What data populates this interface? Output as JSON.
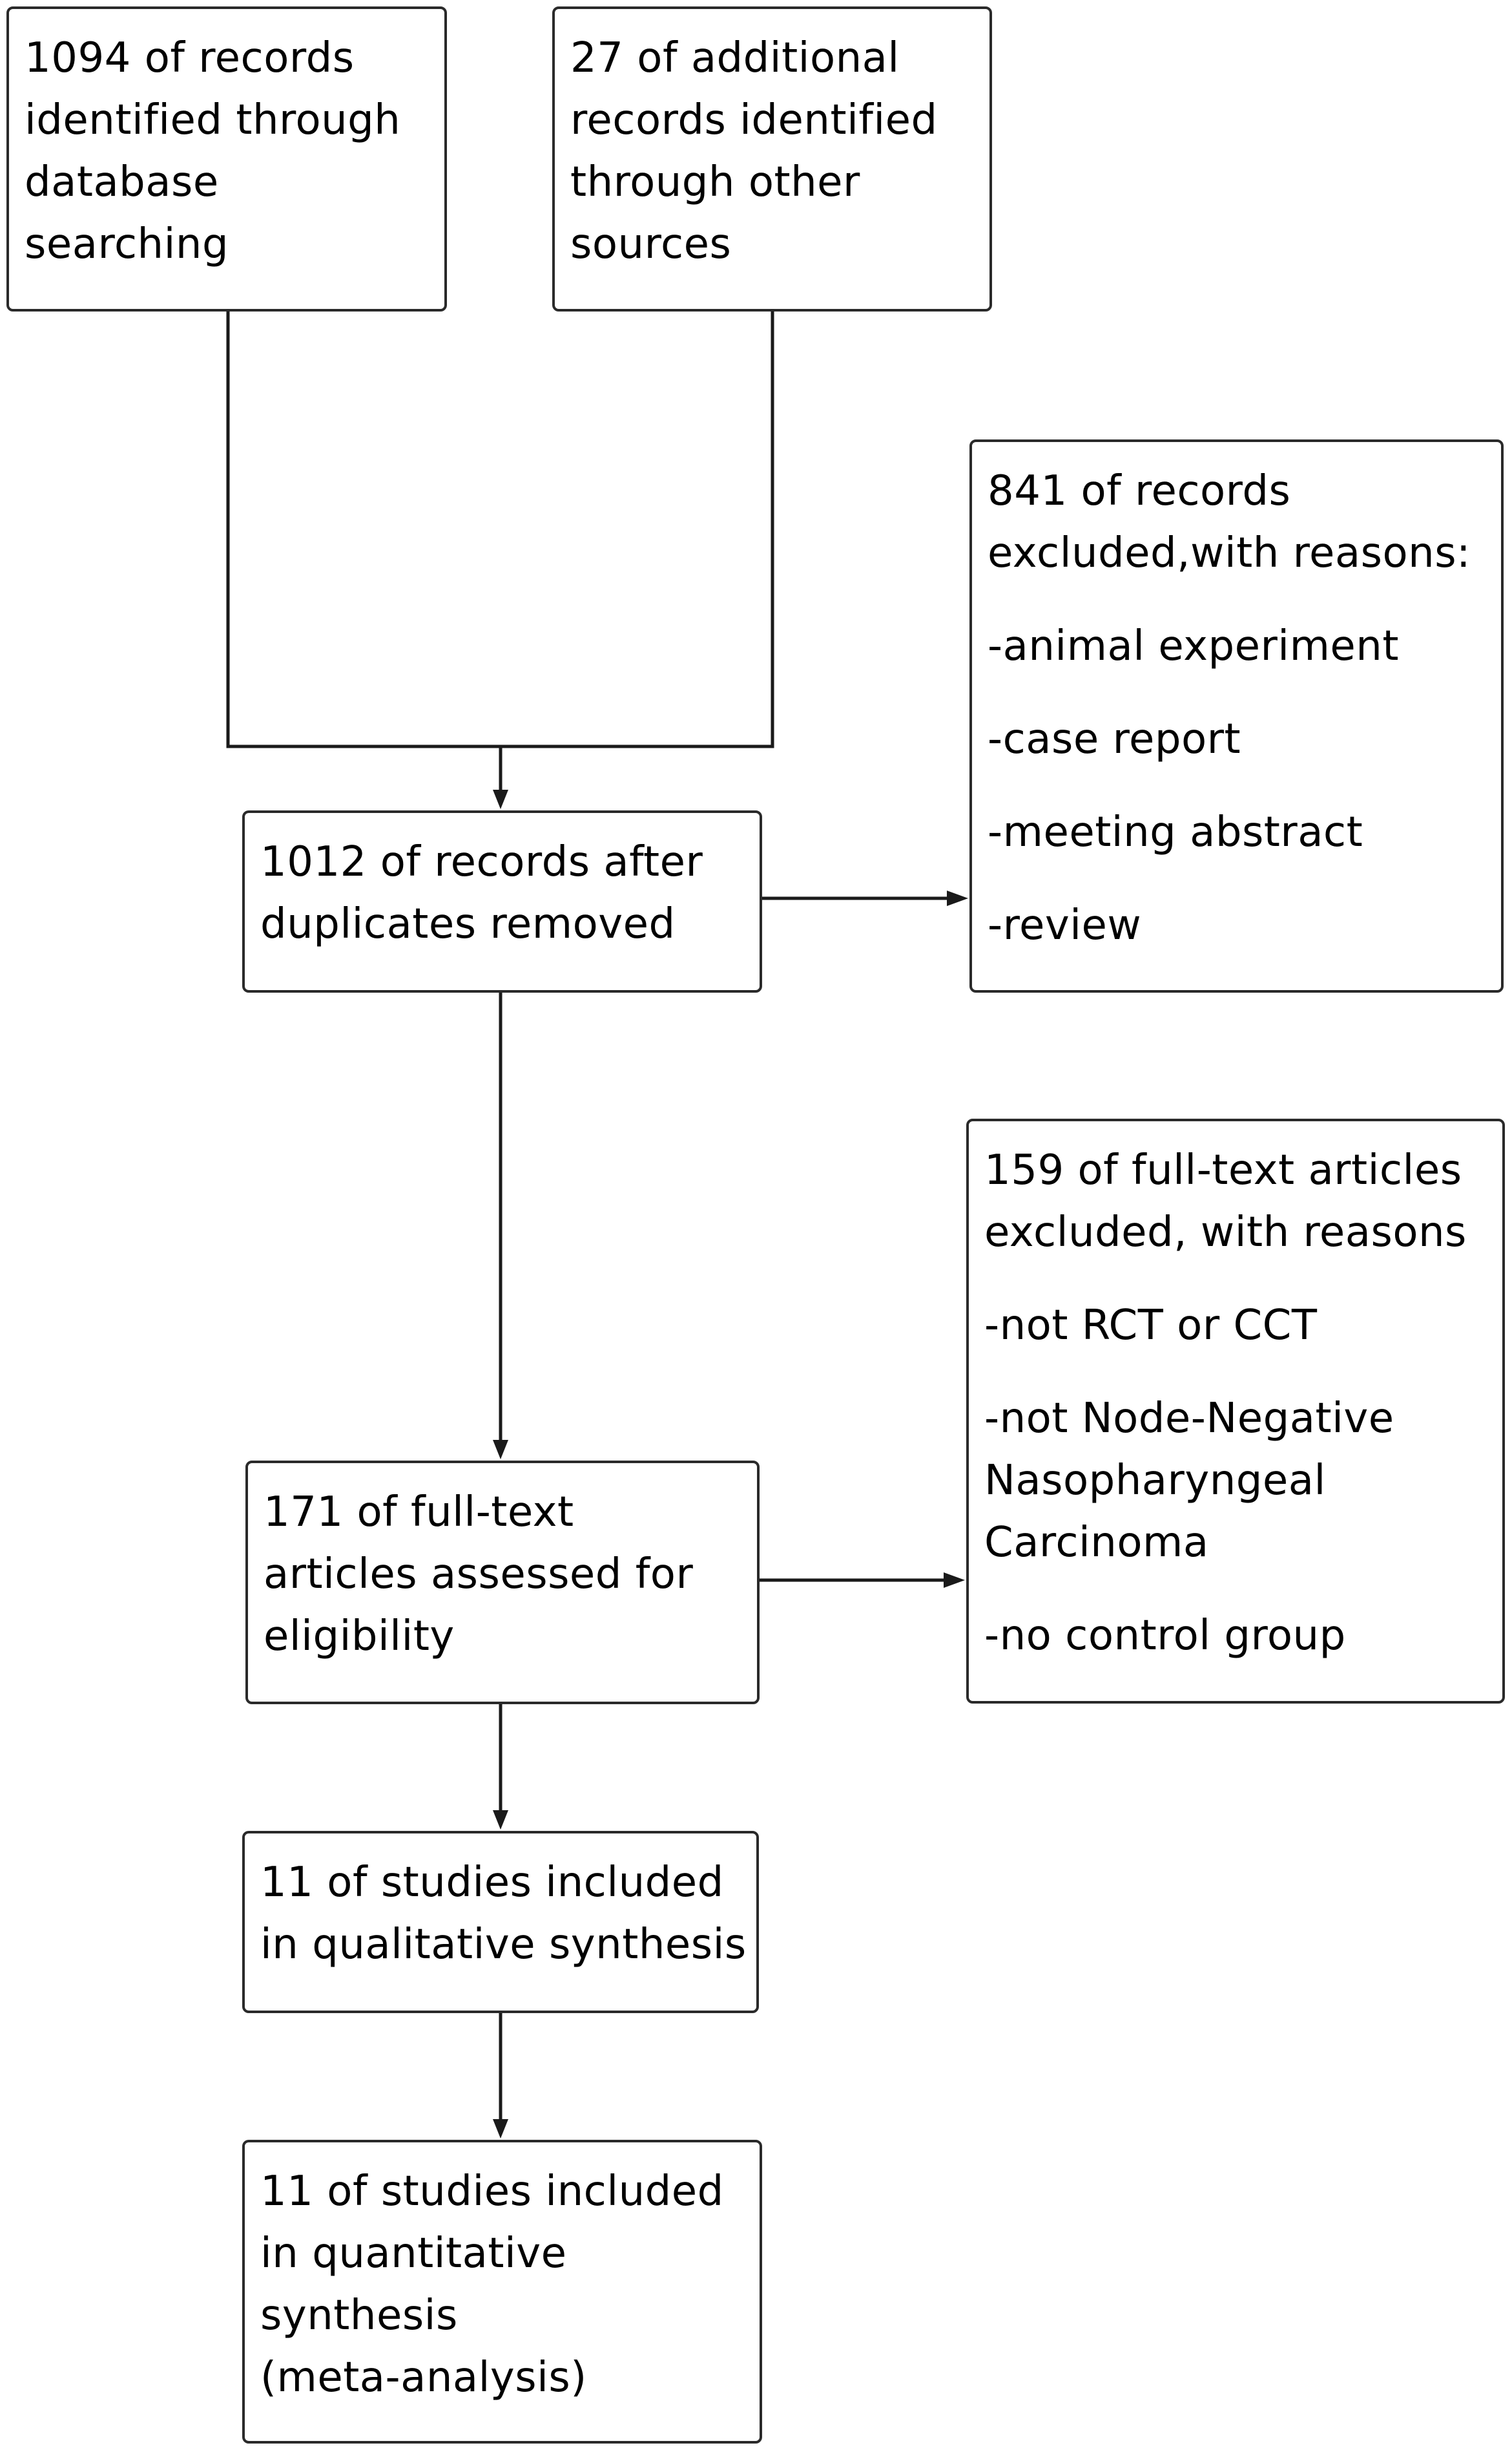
{
  "boxes": {
    "database_search": {
      "lines": [
        "1094 of records",
        "identified through",
        "database",
        "searching"
      ]
    },
    "other_sources": {
      "lines": [
        "27 of additional",
        "records identified",
        "through other",
        "sources"
      ]
    },
    "records_excluded": {
      "heading": [
        "841 of records",
        "excluded,with reasons:"
      ],
      "reasons": [
        "-animal experiment",
        "-case report",
        "-meeting abstract",
        "-review"
      ]
    },
    "after_duplicates": {
      "lines": [
        "1012 of records after",
        "duplicates removed"
      ]
    },
    "fulltext_excluded": {
      "heading": [
        "159 of full-text articles",
        "excluded, with reasons"
      ],
      "reasons": [
        "-not RCT or CCT",
        "-not Node-Negative Nasopharyngeal Carcinoma",
        "-no control group"
      ]
    },
    "fulltext_assessed": {
      "lines": [
        "171 of full-text",
        "articles assessed for",
        "eligibility"
      ]
    },
    "qualitative": {
      "lines": [
        "11 of studies included",
        "in qualitative synthesis"
      ]
    },
    "quantitative": {
      "lines": [
        "11 of studies included",
        "in quantitative",
        "synthesis",
        "(meta-analysis)"
      ]
    }
  },
  "colors": {
    "line": "#1a1a1a",
    "box_border": "#2a2a2a",
    "background": "#ffffff"
  }
}
